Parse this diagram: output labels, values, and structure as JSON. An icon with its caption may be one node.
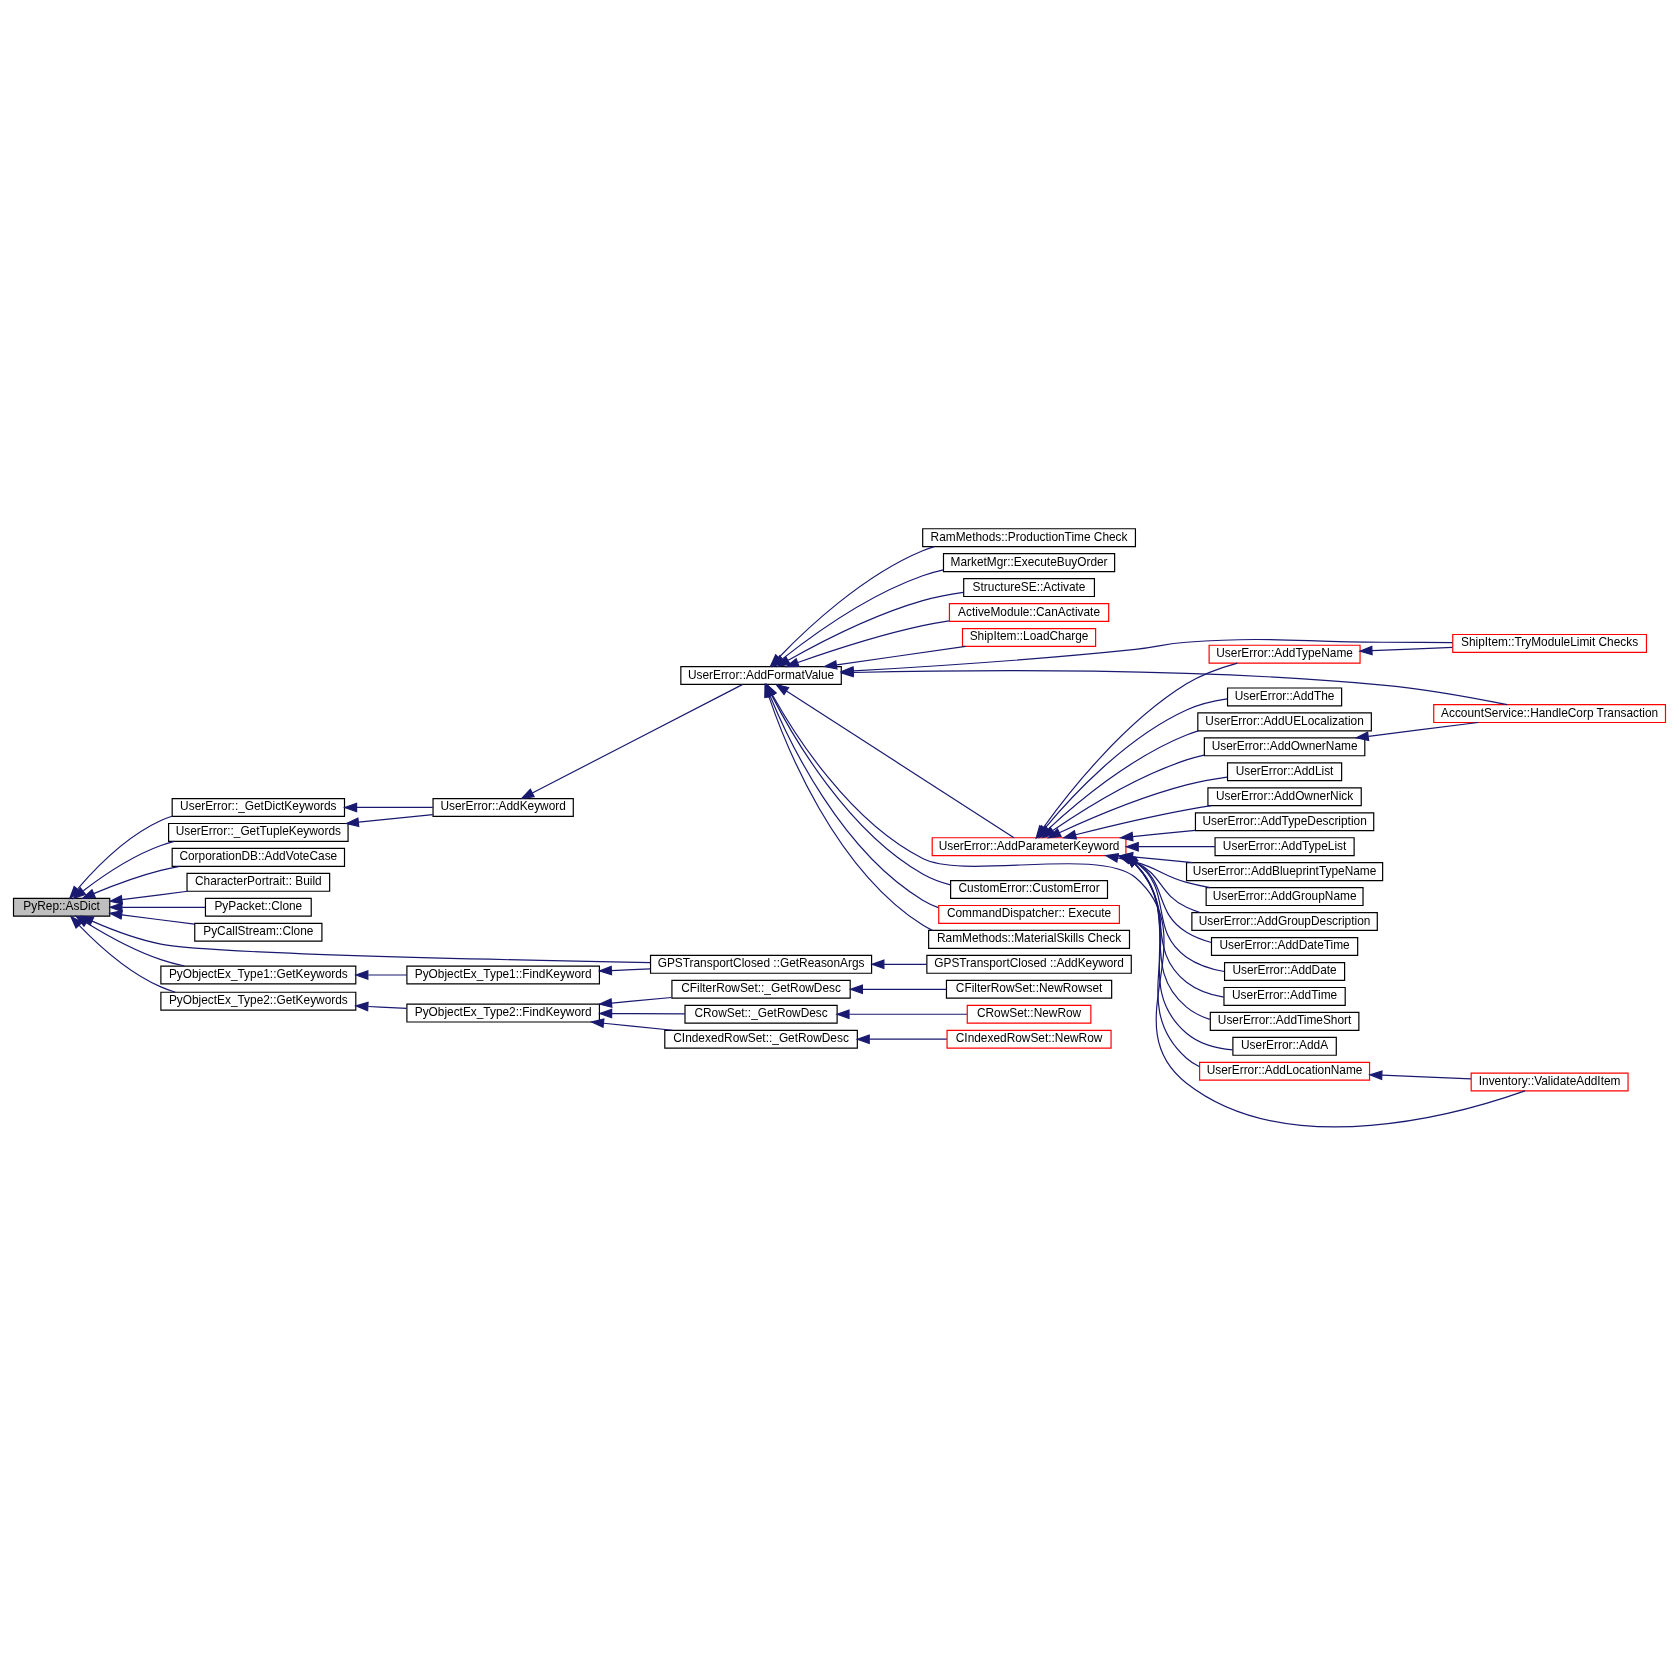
{
  "diagram": {
    "nodes": [
      {
        "text": [
          "PyRep::AsDict"
        ]
      },
      {
        "text": [
          "UserError::_GetTupleKeywords"
        ]
      },
      {
        "text": [
          "UserError::_GetDictKeywords"
        ]
      },
      {
        "text": [
          "CorporationDB::AddVoteCase"
        ]
      },
      {
        "text": [
          "CharacterPortrait:: Build"
        ]
      },
      {
        "text": [
          "PyPacket::Clone"
        ]
      },
      {
        "text": [
          "PyCallStream::Clone"
        ]
      },
      {
        "text": [
          "GPSTransportClosed ::GetReasonArgs"
        ]
      },
      {
        "text": [
          "PyObjectEx_Type1::GetKeywords"
        ]
      },
      {
        "text": [
          "PyObjectEx_Type2::GetKeywords"
        ]
      },
      {
        "text": [
          "UserError::AddKeyword"
        ]
      },
      {
        "text": [
          "PyObjectEx_Type1::FindKeyword"
        ]
      },
      {
        "text": [
          "PyObjectEx_Type2::FindKeyword"
        ]
      },
      {
        "text": [
          "UserError::AddFormatValue"
        ]
      },
      {
        "text": [
          "UserError::AddParameterKeyword"
        ]
      },
      {
        "text": [
          "CustomError::CustomError"
        ]
      },
      {
        "text": [
          "CommandDispatcher:: Execute"
        ]
      },
      {
        "text": [
          "RamMethods::MaterialSkills Check"
        ]
      },
      {
        "text": [
          "RamMethods::ProductionTime Check"
        ]
      },
      {
        "text": [
          "MarketMgr::ExecuteBuyOrder"
        ]
      },
      {
        "text": [
          "StructureSE::Activate"
        ]
      },
      {
        "text": [
          "ActiveModule::CanActivate"
        ]
      },
      {
        "text": [
          "ShipItem::LoadCharge"
        ]
      },
      {
        "text": [
          "GPSTransportClosed ::AddKeyword"
        ]
      },
      {
        "text": [
          "CRowSet::_GetRowDesc"
        ]
      },
      {
        "text": [
          "CIndexedRowSet::_GetRowDesc"
        ]
      },
      {
        "text": [
          "CFilterRowSet::_GetRowDesc"
        ]
      },
      {
        "text": [
          "UserError::AddOwnerName"
        ]
      },
      {
        "text": [
          "UserError::AddOwnerNick"
        ]
      },
      {
        "text": [
          "UserError::AddTypeDescription"
        ]
      },
      {
        "text": [
          "UserError::AddTypeList"
        ]
      },
      {
        "text": [
          "UserError::AddTypeName"
        ]
      },
      {
        "text": [
          "UserError::AddBlueprintTypeName"
        ]
      },
      {
        "text": [
          "UserError::AddGroupName"
        ]
      },
      {
        "text": [
          "UserError::AddGroupDescription"
        ]
      },
      {
        "text": [
          "UserError::AddDateTime"
        ]
      },
      {
        "text": [
          "UserError::AddDate"
        ]
      },
      {
        "text": [
          "UserError::AddTime"
        ]
      },
      {
        "text": [
          "UserError::AddTimeShort"
        ]
      },
      {
        "text": [
          "UserError::AddA"
        ]
      },
      {
        "text": [
          "UserError::AddThe"
        ]
      },
      {
        "text": [
          "UserError::AddUELocalization"
        ]
      },
      {
        "text": [
          "UserError::AddList"
        ]
      },
      {
        "text": [
          "UserError::AddLocationName"
        ]
      },
      {
        "text": [
          "CRowSet::NewRow"
        ]
      },
      {
        "text": [
          "CIndexedRowSet::NewRow"
        ]
      },
      {
        "text": [
          "CFilterRowSet::NewRowset"
        ]
      },
      {
        "text": [
          "AccountService::HandleCorp Transaction"
        ]
      },
      {
        "text": [
          "ShipItem::TryModuleLimit Checks"
        ]
      },
      {
        "text": [
          "Inventory::ValidateAddItem"
        ]
      }
    ],
    "edges": [
      {
        "from": 1,
        "to": 0,
        "arrow": "to"
      },
      {
        "from": 2,
        "to": 0,
        "arrow": "to"
      },
      {
        "from": 3,
        "to": 0,
        "arrow": "to"
      },
      {
        "from": 4,
        "to": 0,
        "arrow": "to"
      },
      {
        "from": 5,
        "to": 0,
        "arrow": "to"
      },
      {
        "from": 6,
        "to": 0,
        "arrow": "to"
      },
      {
        "from": 7,
        "to": 0,
        "arrow": "to"
      },
      {
        "from": 8,
        "to": 0,
        "arrow": "to"
      },
      {
        "from": 9,
        "to": 0,
        "arrow": "to"
      },
      {
        "from": 10,
        "to": 1,
        "arrow": "to"
      },
      {
        "from": 10,
        "to": 2,
        "arrow": "to"
      },
      {
        "from": 23,
        "to": 7,
        "arrow": "to"
      },
      {
        "from": 7,
        "to": 11,
        "arrow": "to"
      },
      {
        "from": 11,
        "to": 8,
        "arrow": "to"
      },
      {
        "from": 12,
        "to": 9,
        "arrow": "to"
      },
      {
        "from": 13,
        "to": 10,
        "arrow": "to"
      },
      {
        "from": 24,
        "to": 12,
        "arrow": "to"
      },
      {
        "from": 25,
        "to": 12,
        "arrow": "to"
      },
      {
        "from": 26,
        "to": 12,
        "arrow": "to"
      },
      {
        "from": 14,
        "to": 13,
        "arrow": "to"
      },
      {
        "from": 15,
        "to": 13,
        "arrow": "to"
      },
      {
        "from": 16,
        "to": 13,
        "arrow": "to"
      },
      {
        "from": 17,
        "to": 13,
        "arrow": "to"
      },
      {
        "from": 18,
        "to": 13,
        "arrow": "to"
      },
      {
        "from": 19,
        "to": 13,
        "arrow": "to"
      },
      {
        "from": 20,
        "to": 13,
        "arrow": "to"
      },
      {
        "from": 21,
        "to": 13,
        "arrow": "to"
      },
      {
        "from": 22,
        "to": 13,
        "arrow": "to"
      },
      {
        "from": 47,
        "to": 13,
        "arrow": "to"
      },
      {
        "from": 48,
        "to": 13,
        "arrow": "to"
      },
      {
        "from": 49,
        "to": 13,
        "arrow": "to"
      },
      {
        "from": 27,
        "to": 14,
        "arrow": "to"
      },
      {
        "from": 28,
        "to": 14,
        "arrow": "to"
      },
      {
        "from": 29,
        "to": 14,
        "arrow": "to"
      },
      {
        "from": 30,
        "to": 14,
        "arrow": "to"
      },
      {
        "from": 31,
        "to": 14,
        "arrow": "to"
      },
      {
        "from": 32,
        "to": 14,
        "arrow": "to"
      },
      {
        "from": 33,
        "to": 14,
        "arrow": "to"
      },
      {
        "from": 34,
        "to": 14,
        "arrow": "to"
      },
      {
        "from": 35,
        "to": 14,
        "arrow": "to"
      },
      {
        "from": 36,
        "to": 14,
        "arrow": "to"
      },
      {
        "from": 37,
        "to": 14,
        "arrow": "to"
      },
      {
        "from": 38,
        "to": 14,
        "arrow": "to"
      },
      {
        "from": 39,
        "to": 14,
        "arrow": "to"
      },
      {
        "from": 40,
        "to": 14,
        "arrow": "to"
      },
      {
        "from": 41,
        "to": 14,
        "arrow": "to"
      },
      {
        "from": 42,
        "to": 14,
        "arrow": "to"
      },
      {
        "from": 43,
        "to": 14,
        "arrow": "to"
      },
      {
        "from": 47,
        "to": 27,
        "arrow": "to"
      },
      {
        "from": 48,
        "to": 31,
        "arrow": "to"
      },
      {
        "from": 49,
        "to": 43,
        "arrow": "to"
      },
      {
        "from": 44,
        "to": 24,
        "arrow": "to"
      },
      {
        "from": 45,
        "to": 25,
        "arrow": "to"
      },
      {
        "from": 46,
        "to": 26,
        "arrow": "to"
      }
    ]
  }
}
